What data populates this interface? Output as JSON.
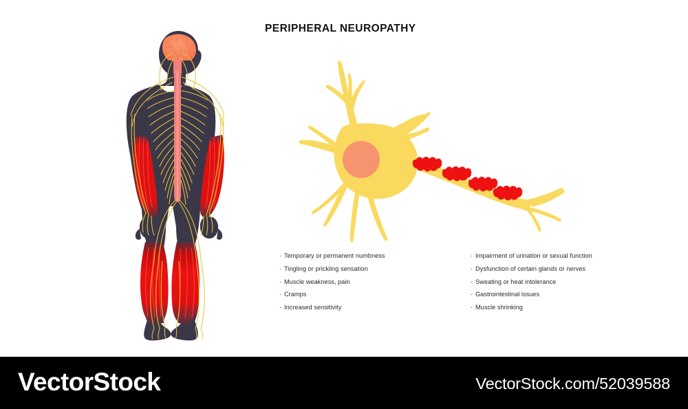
{
  "page": {
    "title": "PERIPHERAL NEUROPATHY",
    "background_color": "#ffffff"
  },
  "colors": {
    "body_silhouette": "#3a3749",
    "brain": "#f6845f",
    "spinal_cord": "#f4807a",
    "nerve_yellow": "#e8c33a",
    "neuron_soma": "#f9d95e",
    "neuron_nucleus": "#f79470",
    "damage_red": "#ee1111",
    "limb_highlight_red": "#e01010",
    "title_text": "#121212",
    "list_text": "#2b2b2b",
    "footer_bar": "#000000",
    "footer_text": "#ffffff"
  },
  "anatomy_diagram": {
    "name": "human-nervous-system-figure",
    "description": "Front view male body silhouette showing central and peripheral nervous system",
    "parts": [
      {
        "name": "brain",
        "color": "#f6845f"
      },
      {
        "name": "spinal-cord",
        "color": "#f4807a"
      },
      {
        "name": "peripheral-nerves",
        "color": "#e8c33a"
      },
      {
        "name": "body-silhouette",
        "color": "#3a3749"
      }
    ],
    "affected_regions": [
      {
        "name": "left-forearm",
        "color": "#e01010"
      },
      {
        "name": "right-forearm",
        "color": "#e01010"
      },
      {
        "name": "left-lower-leg",
        "color": "#e01010"
      },
      {
        "name": "right-lower-leg",
        "color": "#e01010"
      }
    ]
  },
  "neuron_diagram": {
    "name": "damaged-neuron-figure",
    "description": "Neuron with cell body, dendrites and an axon with inflamed damaged myelin segments",
    "parts": [
      {
        "name": "soma",
        "color": "#f9d95e"
      },
      {
        "name": "nucleus",
        "color": "#f79470"
      },
      {
        "name": "dendrites",
        "color": "#f9d95e"
      },
      {
        "name": "axon",
        "color": "#f9d95e"
      },
      {
        "name": "axon-terminals",
        "color": "#f9d95e"
      }
    ],
    "damaged_myelin_segments": 4,
    "damaged_myelin_color": "#ee1111"
  },
  "symptoms": {
    "left_column": [
      "Temporary or permanent numbness",
      "Tingling or prickling sensation",
      "Muscle weakness, pain",
      "Cramps",
      "Increased sensitivity"
    ],
    "right_column": [
      "Impairment of urination or sexual function",
      "Dysfunction of certain glands or nerves",
      "Sweating or heat intolerance",
      "Gastrointestinal issues",
      "Muscle shrinking"
    ],
    "bullet": "·"
  },
  "footer": {
    "brand": "VectorStock",
    "url": "VectorStock.com/52039588"
  }
}
